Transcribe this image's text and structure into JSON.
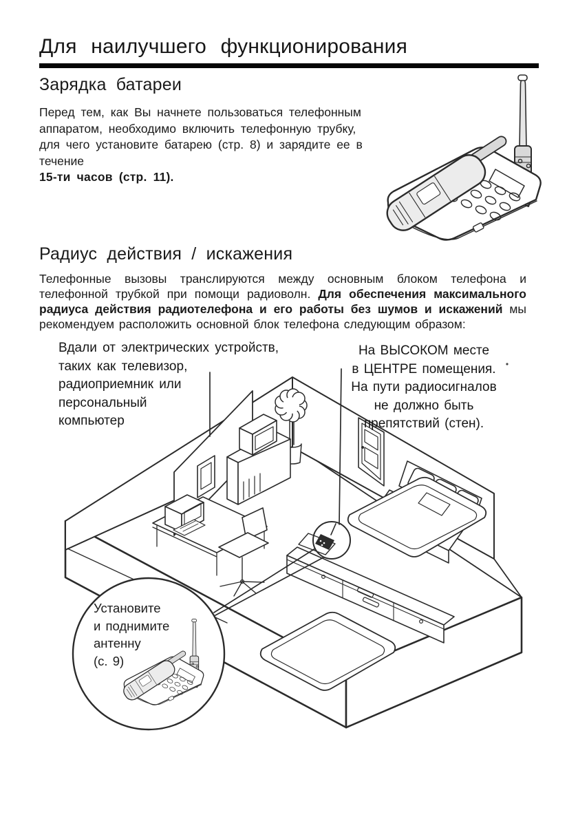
{
  "page": {
    "title": "Для наилучшего функционирования"
  },
  "sections": {
    "battery": {
      "heading": "Зарядка батареи",
      "body_regular": "Перед тем, как Вы начнете пользоваться телефонным аппаратом, необходимо включить телефонную трубку, для чего установите батарею (стр. 8) и зарядите ее в течение",
      "body_bold": "15-ти часов (стр. 11)."
    },
    "range": {
      "heading": "Радиус действия / искажения",
      "body_before": "Телефонные вызовы транслируются между основным блоком телефона и телефонной трубкой при помощи радиоволн. ",
      "body_bold": "Для обеспечения максимального радиуса действия радиотелефона и его работы без шумов и искажений",
      "body_after": " мы рекомендуем расположить основной блок телефона следующим образом:"
    }
  },
  "callouts": {
    "left": "Вдали от электрических устройств,\nтаких как телевизор,\nрадиоприемник или\nперсональный\nкомпьютер",
    "right": "На ВЫСОКОМ месте\nв ЦЕНТРЕ помещения.\nНа пути радиосигналов\nне должно быть\nпрепятствий (стен).",
    "circle": "Установите\nи поднимите\nантенну\n(с. 9)"
  },
  "icons": {
    "phone_main": "cordless-phone-with-antenna",
    "phone_small": "cordless-phone-with-antenna",
    "room": "isometric-room-diagram"
  },
  "colors": {
    "ink": "#1c1c1c",
    "line_art": "#2b2b2b",
    "rule": "#050505",
    "paper": "#ffffff"
  }
}
